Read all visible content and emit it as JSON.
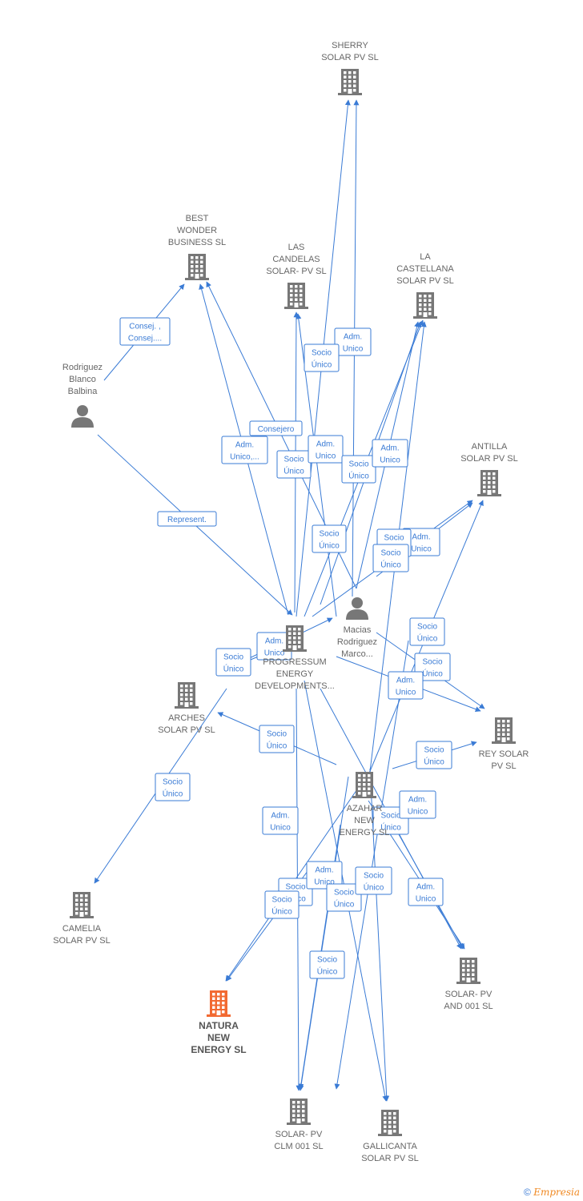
{
  "colors": {
    "edge": "#3a7bd5",
    "company": "#777777",
    "focus": "#f26a32",
    "person": "#777777"
  },
  "nodes": [
    {
      "id": "sherry",
      "type": "company",
      "label": [
        "SHERRY",
        "SOLAR PV  SL"
      ]
    },
    {
      "id": "best",
      "type": "company",
      "label": [
        "BEST",
        "WONDER",
        "BUSINESS SL"
      ]
    },
    {
      "id": "candelas",
      "type": "company",
      "label": [
        "LAS",
        "CANDELAS",
        "SOLAR- PV  SL"
      ]
    },
    {
      "id": "castellana",
      "type": "company",
      "label": [
        "LA",
        "CASTELLANA",
        "SOLAR PV  SL"
      ]
    },
    {
      "id": "rodriguez",
      "type": "person",
      "label": [
        "Rodriguez",
        "Blanco",
        "Balbina"
      ]
    },
    {
      "id": "antilla",
      "type": "company",
      "label": [
        "ANTILLA",
        "SOLAR PV  SL"
      ]
    },
    {
      "id": "macias",
      "type": "person",
      "label": [
        "Macias",
        "Rodriguez",
        "Marco..."
      ]
    },
    {
      "id": "progressum",
      "type": "company",
      "label": [
        "PROGRESSUM",
        "ENERGY",
        "DEVELOPMENTS..."
      ]
    },
    {
      "id": "arches",
      "type": "company",
      "label": [
        "ARCHES",
        "SOLAR PV  SL"
      ]
    },
    {
      "id": "rey",
      "type": "company",
      "label": [
        "REY SOLAR",
        "PV  SL"
      ]
    },
    {
      "id": "azahar",
      "type": "company",
      "label": [
        "AZAHAR",
        "NEW",
        "ENERGY  SL"
      ]
    },
    {
      "id": "camelia",
      "type": "company",
      "label": [
        "CAMELIA",
        "SOLAR PV  SL"
      ]
    },
    {
      "id": "solarand",
      "type": "company",
      "label": [
        "SOLAR- PV",
        "AND 001  SL"
      ]
    },
    {
      "id": "natura",
      "type": "focus",
      "label": [
        "NATURA",
        "NEW",
        "ENERGY  SL"
      ]
    },
    {
      "id": "solarclm",
      "type": "company",
      "label": [
        "SOLAR- PV",
        "CLM 001  SL"
      ]
    },
    {
      "id": "gallicanta",
      "type": "company",
      "label": [
        "GALLICANTA",
        "SOLAR PV  SL"
      ]
    }
  ],
  "edge_labels": [
    [
      "Consej. ,",
      "Consej...."
    ],
    [
      "Adm.",
      "Unico"
    ],
    [
      "Socio",
      "Único"
    ],
    [
      "Consejero"
    ],
    [
      "Adm.",
      "Unico,..."
    ],
    [
      "Socio",
      "Único"
    ],
    [
      "Adm.",
      "Unico"
    ],
    [
      "Socio",
      "Único"
    ],
    [
      "Adm.",
      "Unico"
    ],
    [
      "Represent."
    ],
    [
      "Socio",
      "Único"
    ],
    [
      "Adm.",
      "Unico"
    ],
    [
      "Socio",
      "Único"
    ],
    [
      "Socio",
      "Único"
    ],
    [
      "Socio",
      "Único"
    ],
    [
      "Adm.",
      "Unico"
    ],
    [
      "Socio",
      "Único"
    ],
    [
      "Adm.",
      "Unico"
    ],
    [
      "Socio",
      "Único"
    ],
    [
      "Socio",
      "Único"
    ],
    [
      "Socio",
      "Único"
    ],
    [
      "Socio",
      "Único"
    ],
    [
      "Adm.",
      "Unico"
    ],
    [
      "Adm.",
      "Unico"
    ],
    [
      "Socio",
      "Único"
    ],
    [
      "Socio",
      "Único"
    ],
    [
      "Adm.",
      "Unico"
    ],
    [
      "Socio",
      "Único"
    ],
    [
      "Socio",
      "Único"
    ],
    [
      "Adm.",
      "Unico"
    ],
    [
      "Socio",
      "Único"
    ],
    [
      "Socio",
      "Único"
    ]
  ],
  "footer": {
    "copyright": "©",
    "brand": "Empresia"
  }
}
